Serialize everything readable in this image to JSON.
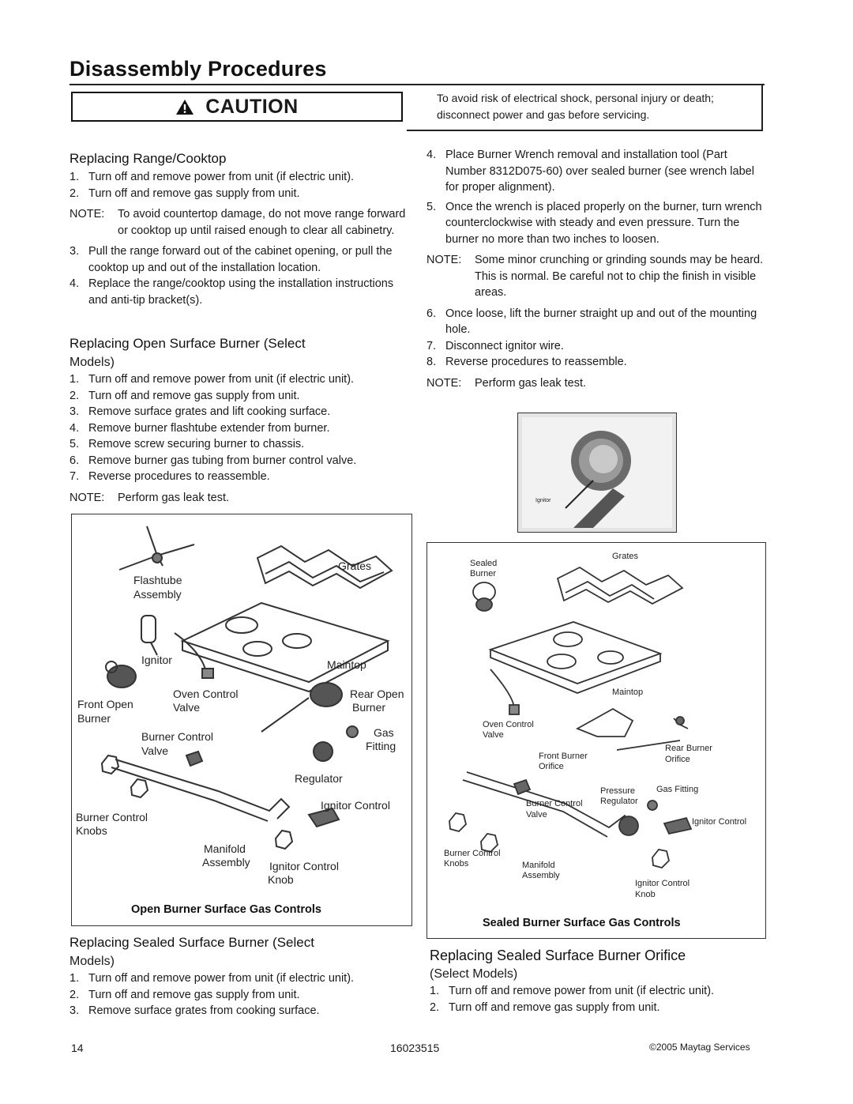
{
  "page": {
    "title": "Disassembly Procedures",
    "caution_label": "CAUTION",
    "caution_text": "To avoid risk of electrical shock, personal injury or death; disconnect power and gas before servicing.",
    "icons": [
      "warning-triangle-icon"
    ]
  },
  "range": {
    "heading": "Replacing Range/Cooktop",
    "steps": [
      {
        "n": "1.",
        "text": "Turn off and remove power from unit (if electric unit)."
      },
      {
        "n": "2.",
        "text": "Turn off and remove gas supply from unit."
      }
    ],
    "note_label": "NOTE:",
    "note_text": "To avoid countertop damage, do not move range forward or cooktop up until raised enough to clear all cabinetry.",
    "steps2": [
      {
        "n": "3.",
        "text": "Pull the range forward out of the cabinet opening, or pull the cooktop up and out of the installation location."
      },
      {
        "n": "4.",
        "text": "Replace the range/cooktop using the installation instructions and anti-tip bracket(s)."
      }
    ]
  },
  "open_burner": {
    "heading": "Replacing Open Surface Burner (Select",
    "subheading": "Models)",
    "steps": [
      {
        "n": "1.",
        "text": "Turn off and remove power from unit (if electric unit)."
      },
      {
        "n": "2.",
        "text": "Turn off and remove gas supply from unit."
      },
      {
        "n": "3.",
        "text": "Remove surface grates and lift cooking surface."
      },
      {
        "n": "4.",
        "text": "Remove burner flashtube extender from burner."
      },
      {
        "n": "5.",
        "text": "Remove screw securing burner to chassis."
      },
      {
        "n": "6.",
        "text": "Remove burner gas tubing from burner control valve."
      },
      {
        "n": "7.",
        "text": "Reverse procedures to reassemble."
      }
    ],
    "note_label": "NOTE:",
    "note_text": "Perform gas leak test."
  },
  "open_diagram": {
    "caption": "Open Burner Surface Gas Controls",
    "labels": {
      "flashtube": "Flashtube",
      "assembly": "Assembly",
      "grates": "Grates",
      "ignitor": "Ignitor",
      "maintop": "Maintop",
      "oven_control": "Oven Control",
      "valve": "Valve",
      "front_open": "Front Open",
      "burner": "Burner",
      "rear_open": "Rear Open",
      "rear_burner": "Burner",
      "burner_control": "Burner Control",
      "burner_control_valve": "Valve",
      "gas": "Gas",
      "fitting": "Fitting",
      "regulator": "Regulator",
      "ignitor_control": "Ignitor Control",
      "knobs_1": "Burner Control",
      "knobs_2": "Knobs",
      "manifold": "Manifold",
      "manifold_assembly": "Assembly",
      "ignitor_control_knob_1": "Ignitor Control",
      "ignitor_control_knob_2": "Knob"
    }
  },
  "sealed_burner": {
    "heading": "Replacing Sealed Surface Burner (Select",
    "subheading": "Models)",
    "steps": [
      {
        "n": "1.",
        "text": "Turn off and remove power from unit (if electric unit)."
      },
      {
        "n": "2.",
        "text": "Turn off and remove gas supply from unit."
      },
      {
        "n": "3.",
        "text": "Remove surface grates from cooking surface."
      }
    ]
  },
  "right_col": {
    "steps": [
      {
        "n": "4.",
        "text": "Place Burner Wrench removal and installation tool (Part Number 8312D075-60) over sealed burner (see wrench label for proper alignment)."
      },
      {
        "n": "5.",
        "text": "Once the wrench is placed properly on the burner, turn wrench counterclockwise with steady and even pressure. Turn the burner no more than two inches to loosen."
      }
    ],
    "note_label": "NOTE:",
    "note_text": "Some minor crunching or grinding sounds may be heard. This is normal. Be careful not to chip the finish in visible areas.",
    "steps2": [
      {
        "n": "6.",
        "text": "Once loose, lift the burner straight up and out of the mounting hole."
      },
      {
        "n": "7.",
        "text": "Disconnect ignitor wire."
      },
      {
        "n": "8.",
        "text": "Reverse procedures to reassemble."
      }
    ],
    "note2_label": "NOTE:",
    "note2_text": "Perform gas leak test.",
    "photo_label": "Ignitor"
  },
  "sealed_diagram": {
    "caption": "Sealed Burner Surface Gas Controls",
    "labels": {
      "sealed": "Sealed",
      "burner": "Burner",
      "grates": "Grates",
      "maintop": "Maintop",
      "oven_control": "Oven Control",
      "valve": "Valve",
      "front_burner": "Front Burner",
      "orifice": "Orifice",
      "rear_burner": "Rear Burner",
      "rear_orifice": "Orifice",
      "pressure": "Pressure",
      "regulator": "Regulator",
      "gas_fitting": "Gas Fitting",
      "burner_control": "Burner Control",
      "burner_control_valve": "Valve",
      "ignitor_control": "Ignitor Control",
      "knobs_1": "Burner Control",
      "knobs_2": "Knobs",
      "manifold": "Manifold",
      "manifold_assembly": "Assembly",
      "ignitor_knob_1": "Ignitor Control",
      "ignitor_knob_2": "Knob"
    }
  },
  "orifice": {
    "heading": "Replacing Sealed Surface Burner Orifice",
    "subheading": "(Select Models)",
    "steps": [
      {
        "n": "1.",
        "text": "Turn off and remove power from unit (if electric unit)."
      },
      {
        "n": "2.",
        "text": "Turn off and remove gas supply from unit."
      }
    ]
  },
  "footer": {
    "page_number": "14",
    "doc_number": "16023515",
    "copyright": "©2005 Maytag Services"
  }
}
